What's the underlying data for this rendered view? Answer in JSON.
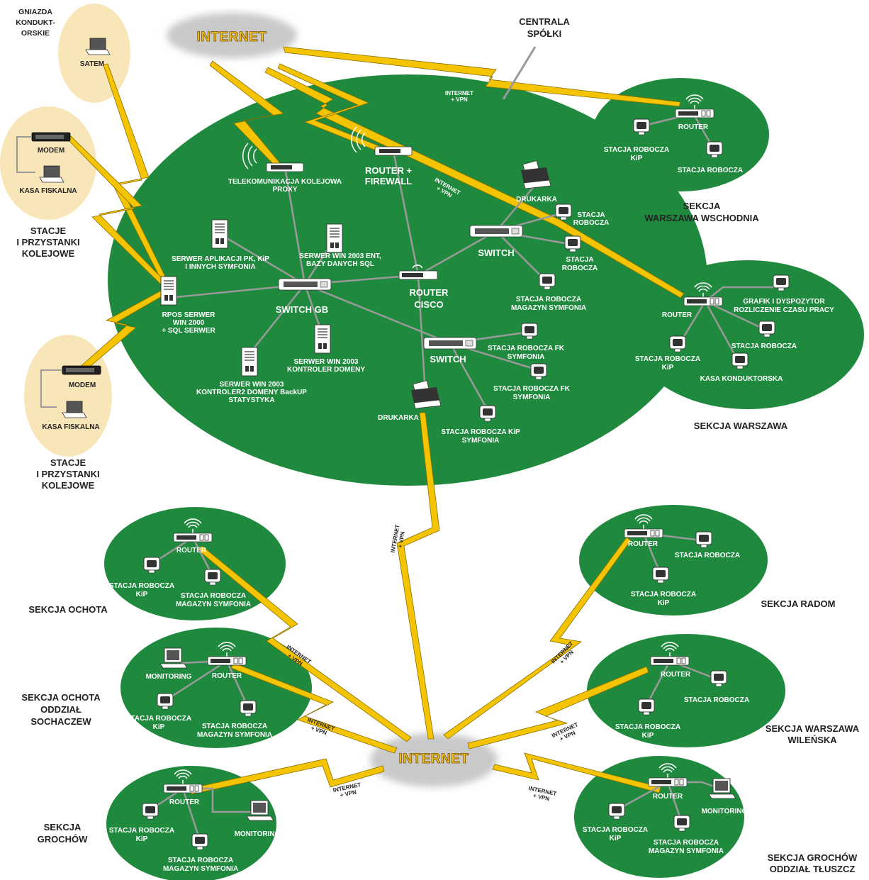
{
  "colors": {
    "ellipse_green": "#1f8a3e",
    "station_tan": "#f9e6b8",
    "bolt_yellow": "#f5c400",
    "cloud_gray": "#c9c9c9",
    "link_gray": "#9a9a9a"
  },
  "clouds": {
    "top": "INTERNET",
    "bottom": "INTERNET"
  },
  "headquarters": {
    "callout": [
      "CENTRALA",
      "SPÓŁKI"
    ],
    "proxy": [
      "TELEKOMUNIKACJA KOLEJOWA",
      "PROXY"
    ],
    "router_firewall": [
      "ROUTER +",
      "FIREWALL"
    ],
    "server_apps": [
      "SERWER APLIKACJI PK, KiP",
      "I INNYCH SYMFONIA"
    ],
    "server_sql": [
      "SERWER WIN 2003 ENT,",
      "BAZY DANYCH SQL"
    ],
    "switch_gb": "SWITCH GB",
    "rpos": [
      "RPOS SERWER",
      "WIN 2000",
      "+ SQL SERWER"
    ],
    "server_backup": [
      "SERWER WIN 2003",
      "KONTROLER2 DOMENY BackUP",
      "STATYSTYKA"
    ],
    "server_domain": [
      "SERWER WIN 2003",
      "KONTROLER DOMENY"
    ],
    "router_cisco": [
      "ROUTER",
      "CISCO"
    ],
    "switch_top": "SWITCH",
    "switch_bottom": "SWITCH",
    "printer_top": "DRUKARKA",
    "printer_bottom": "DRUKARKA",
    "ws_1": [
      "STACJA",
      "ROBOCZA"
    ],
    "ws_2": [
      "STACJA",
      "ROBOCZA"
    ],
    "ws_mag": [
      "STACJA ROBOCZA",
      "MAGAZYN SYMFONIA"
    ],
    "ws_fk1": [
      "STACJA ROBOCZA FK",
      "SYMFONIA"
    ],
    "ws_fk2": [
      "STACJA ROBOCZA FK",
      "SYMFONIA"
    ],
    "ws_kip": [
      "STACJA ROBOCZA KiP",
      "SYMFONIA"
    ],
    "vpn_top": [
      "INTERNET",
      "+ VPN"
    ],
    "vpn_mid": [
      "INTERNET",
      "+ VPN"
    ]
  },
  "stations": {
    "gniazda_title": [
      "GNIAZDA",
      "KONDUKT-",
      "ORSKIE"
    ],
    "satem": "SATEM",
    "modem1": "MODEM",
    "kasa1": "KASA FISKALNA",
    "stacje1": [
      "STACJE",
      "I PRZYSTANKI",
      "KOLEJOWE"
    ],
    "modem2": "MODEM",
    "kasa2": "KASA FISKALNA",
    "stacje2": [
      "STACJE",
      "I PRZYSTANKI",
      "KOLEJOWE"
    ]
  },
  "sections": {
    "wschodnia": {
      "router": "ROUTER",
      "ws_kip": [
        "STACJA ROBOCZA",
        "KiP"
      ],
      "ws": "STACJA ROBOCZA",
      "title": [
        "SEKCJA",
        "WARSZAWA WSCHODNIA"
      ]
    },
    "warszawa": {
      "router": "ROUTER",
      "grafik": [
        "GRAFIK I DYSPOZYTOR",
        "ROZLICZENIE CZASU PRACY"
      ],
      "ws": "STACJA ROBOCZA",
      "ws_kip": [
        "STACJA ROBOCZA",
        "KiP"
      ],
      "kasa": "KASA KONDUKTORSKA",
      "title": "SEKCJA WARSZAWA"
    },
    "ochota": {
      "router": "ROUTER",
      "ws_kip": [
        "STACJA ROBOCZA",
        "KiP"
      ],
      "ws_mag": [
        "STACJA ROBOCZA",
        "MAGAZYN SYMFONIA"
      ],
      "title": "SEKCJA OCHOTA"
    },
    "sochaczew": {
      "router": "ROUTER",
      "monitoring": "MONITORING",
      "ws_kip": [
        "STACJA ROBOCZA",
        "KiP"
      ],
      "ws_mag": [
        "STACJA ROBOCZA",
        "MAGAZYN SYMFONIA"
      ],
      "title": [
        "SEKCJA OCHOTA",
        "ODDZIAŁ",
        "SOCHACZEW"
      ]
    },
    "grochow": {
      "router": "ROUTER",
      "ws_kip": [
        "STACJA ROBOCZA",
        "KiP"
      ],
      "monitoring": "MONITORING",
      "ws_mag": [
        "STACJA ROBOCZA",
        "MAGAZYN SYMFONIA"
      ],
      "title": [
        "SEKCJA",
        "GROCHÓW"
      ]
    },
    "radom": {
      "router": "ROUTER",
      "ws": "STACJA ROBOCZA",
      "ws_kip": [
        "STACJA ROBOCZA",
        "KiP"
      ],
      "title": "SEKCJA RADOM"
    },
    "wilenska": {
      "router": "ROUTER",
      "ws": "STACJA ROBOCZA",
      "ws_kip": [
        "STACJA ROBOCZA",
        "KiP"
      ],
      "title": [
        "SEKCJA WARSZAWA",
        "WILEŃSKA"
      ]
    },
    "tluszcz": {
      "router": "ROUTER",
      "monitoring": "MONITORING",
      "ws_kip": [
        "STACJA ROBOCZA",
        "KiP"
      ],
      "ws_mag": [
        "STACJA ROBOCZA",
        "MAGAZYN SYMFONIA"
      ],
      "title": [
        "SEKCJA GROCHÓW",
        "ODDZIAŁ TŁUSZCZ"
      ]
    }
  },
  "bottom_links": {
    "ochota": [
      "INTERNET",
      "+ VPN"
    ],
    "sochaczew": [
      "INTERNET",
      "+ VPN"
    ],
    "grochow": [
      "INTERNET",
      "+ VPN"
    ],
    "radom": [
      "INTERNET",
      "+ VPN"
    ],
    "wilenska": [
      "INTERNET",
      "+ VPN"
    ],
    "tluszcz": [
      "INTERNET",
      "+ VPN"
    ]
  }
}
